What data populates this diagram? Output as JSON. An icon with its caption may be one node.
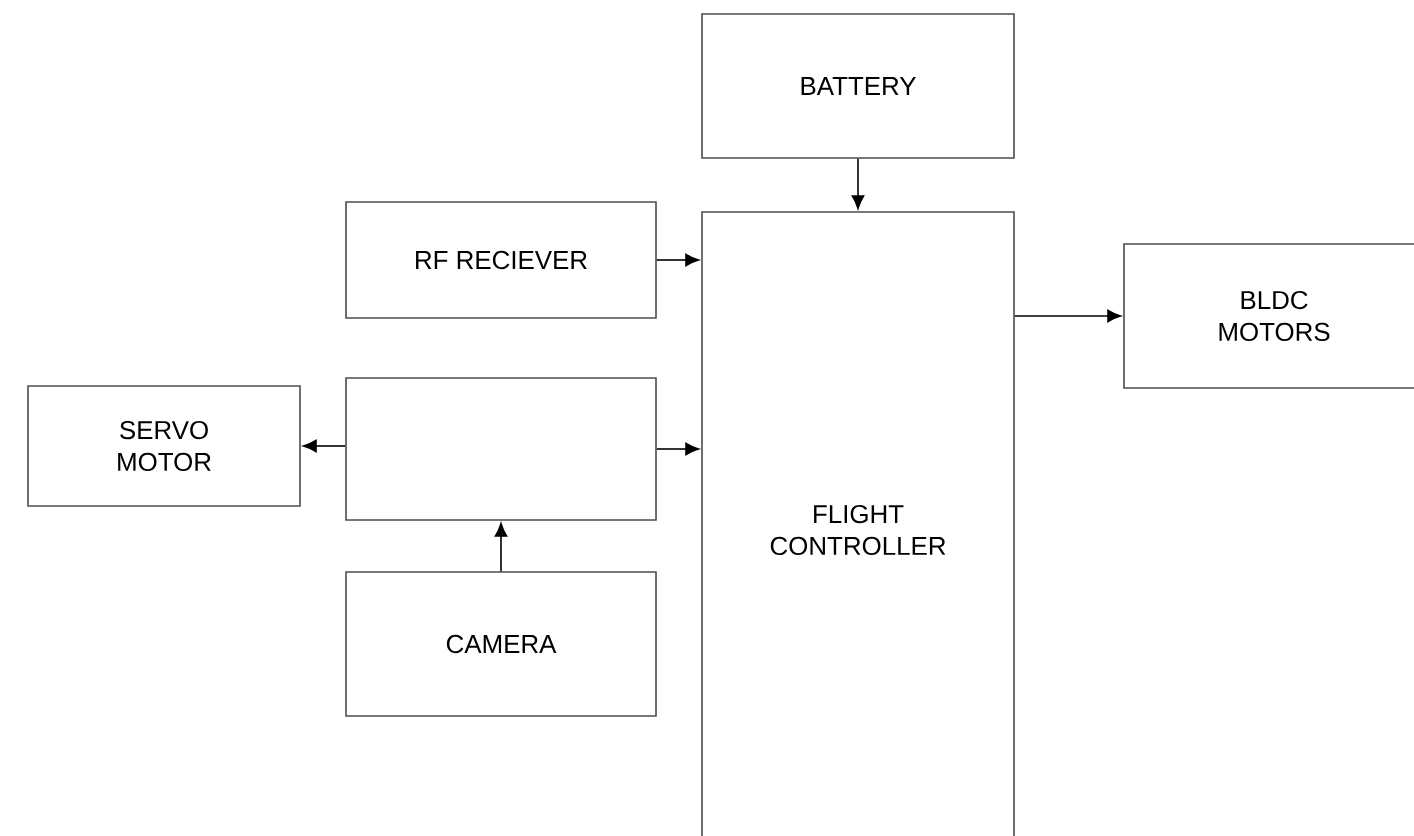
{
  "diagram": {
    "nodes": [
      {
        "text": [
          "BATTERY"
        ]
      },
      {
        "text": [
          "RF RECIEVER"
        ]
      },
      {
        "text": [
          "FLIGHT CONTROLLER"
        ]
      },
      {
        "text": [
          "BLDC MOTORS"
        ]
      },
      {
        "text": [
          "SERVO MOTOR"
        ]
      },
      {
        "text": [],
        "shape": "box"
      },
      {
        "text": [
          "CAMERA"
        ]
      }
    ],
    "edges": [
      {
        "from": 0,
        "to": 2,
        "arrow": "to"
      },
      {
        "from": 1,
        "to": 2,
        "arrow": "to"
      },
      {
        "from": 5,
        "to": 2,
        "arrow": "to"
      },
      {
        "from": 5,
        "to": 4,
        "arrow": "to"
      },
      {
        "from": 6,
        "to": 5,
        "arrow": "to"
      },
      {
        "from": 2,
        "to": 3,
        "arrow": "to"
      }
    ]
  }
}
